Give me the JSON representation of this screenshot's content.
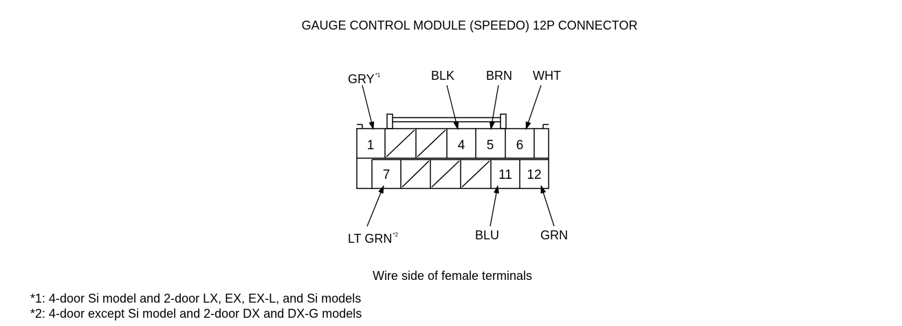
{
  "title": "GAUGE CONTROL MODULE (SPEEDO) 12P CONNECTOR",
  "wires": {
    "gry": {
      "label": "GRY",
      "note": "*1"
    },
    "blk": {
      "label": "BLK"
    },
    "brn": {
      "label": "BRN"
    },
    "wht": {
      "label": "WHT"
    },
    "lt_grn": {
      "label": "LT GRN",
      "note": "*2"
    },
    "blu": {
      "label": "BLU"
    },
    "grn": {
      "label": "GRN"
    }
  },
  "terminals": {
    "t1": "1",
    "t4": "4",
    "t5": "5",
    "t6": "6",
    "t7": "7",
    "t11": "11",
    "t12": "12"
  },
  "caption": "Wire side of female terminals",
  "footnotes": [
    "*1: 4-door Si model and 2-door LX, EX, EX-L, and Si models",
    "*2: 4-door except Si model and 2-door DX and DX-G models"
  ]
}
